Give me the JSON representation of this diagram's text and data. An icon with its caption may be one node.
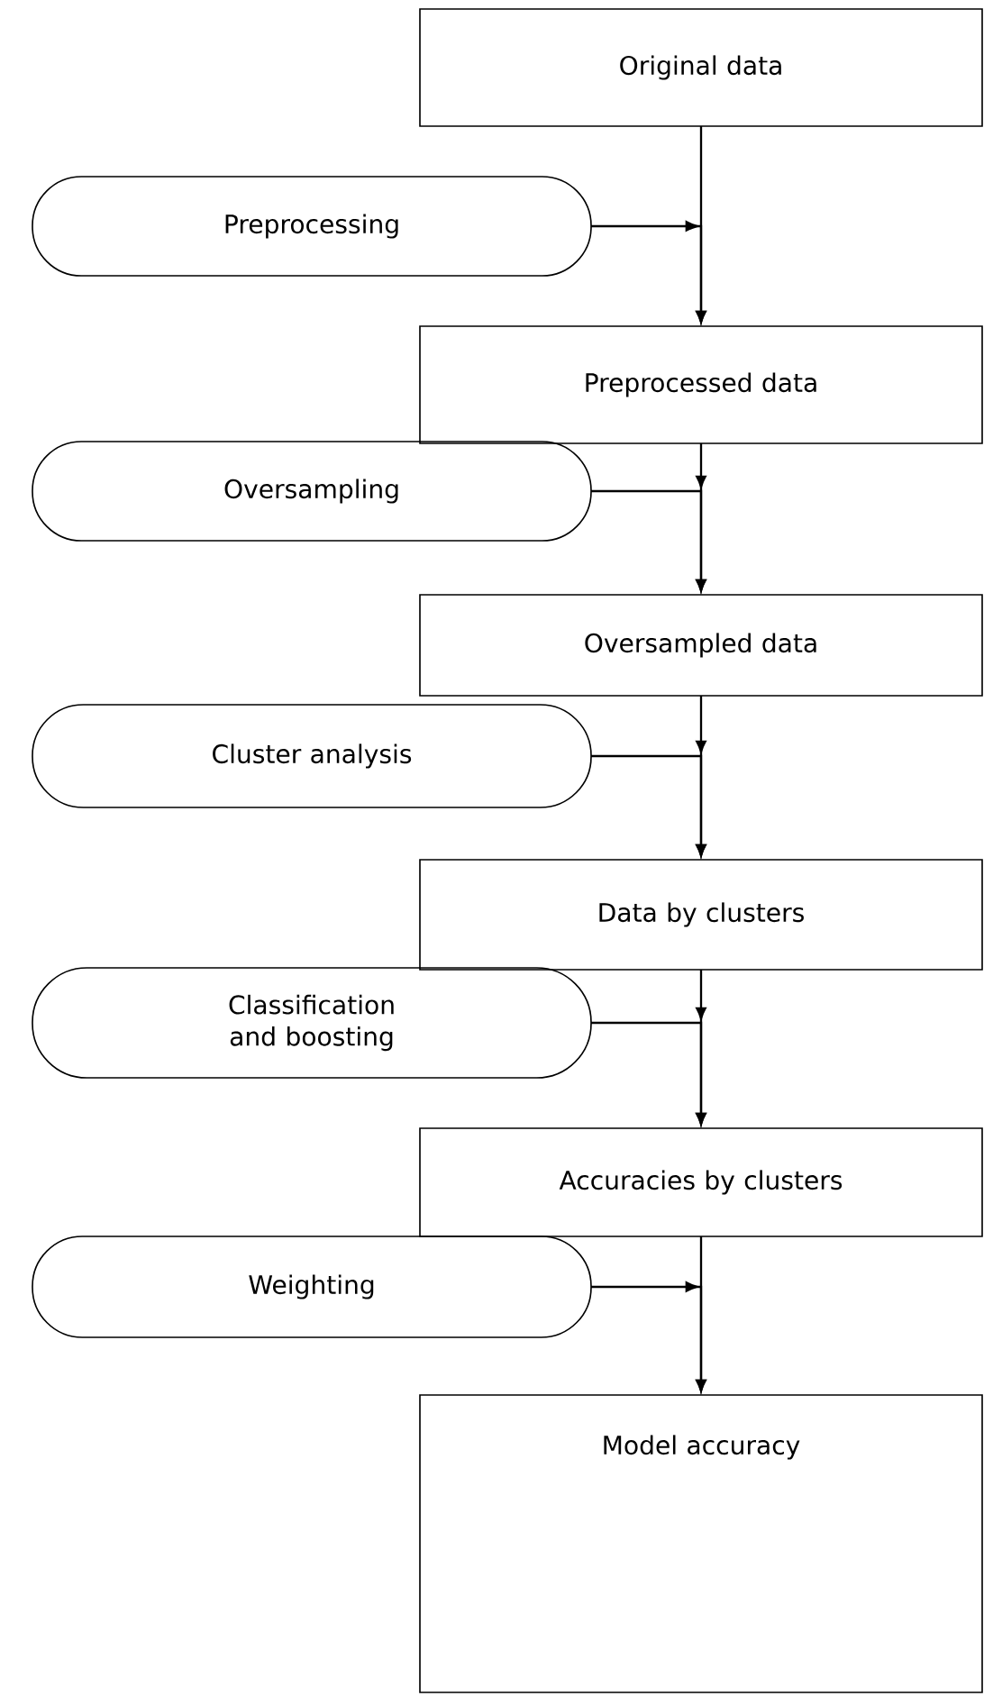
{
  "diagram": {
    "nodes": [
      {
        "text": [
          "Original data"
        ]
      },
      {
        "text": [
          "Preprocessing"
        ]
      },
      {
        "text": [
          "Preprocessed data"
        ]
      },
      {
        "text": [
          "Oversampling"
        ]
      },
      {
        "text": [
          "Oversampled data"
        ]
      },
      {
        "text": [
          "Cluster analysis"
        ]
      },
      {
        "text": [
          "Data by clusters"
        ]
      },
      {
        "text": [
          "Classification and boosting"
        ]
      },
      {
        "text": [
          "Accuracies by clusters"
        ]
      },
      {
        "text": [
          "Weighting"
        ]
      },
      {
        "text": [
          "Model accuracy"
        ]
      }
    ],
    "edges": [
      {
        "from": 0,
        "to": 2,
        "arrow": "to"
      },
      {
        "from": 1,
        "to": 2,
        "arrow": "to"
      },
      {
        "from": 2,
        "to": 4,
        "arrow": "to"
      },
      {
        "from": 3,
        "to": 4,
        "arrow": "to"
      },
      {
        "from": 4,
        "to": 6,
        "arrow": "to"
      },
      {
        "from": 5,
        "to": 6,
        "arrow": "to"
      },
      {
        "from": 6,
        "to": 8,
        "arrow": "to"
      },
      {
        "from": 7,
        "to": 8,
        "arrow": "to"
      },
      {
        "from": 8,
        "to": 10,
        "arrow": "to"
      },
      {
        "from": 9,
        "to": 10,
        "arrow": "to"
      }
    ]
  }
}
